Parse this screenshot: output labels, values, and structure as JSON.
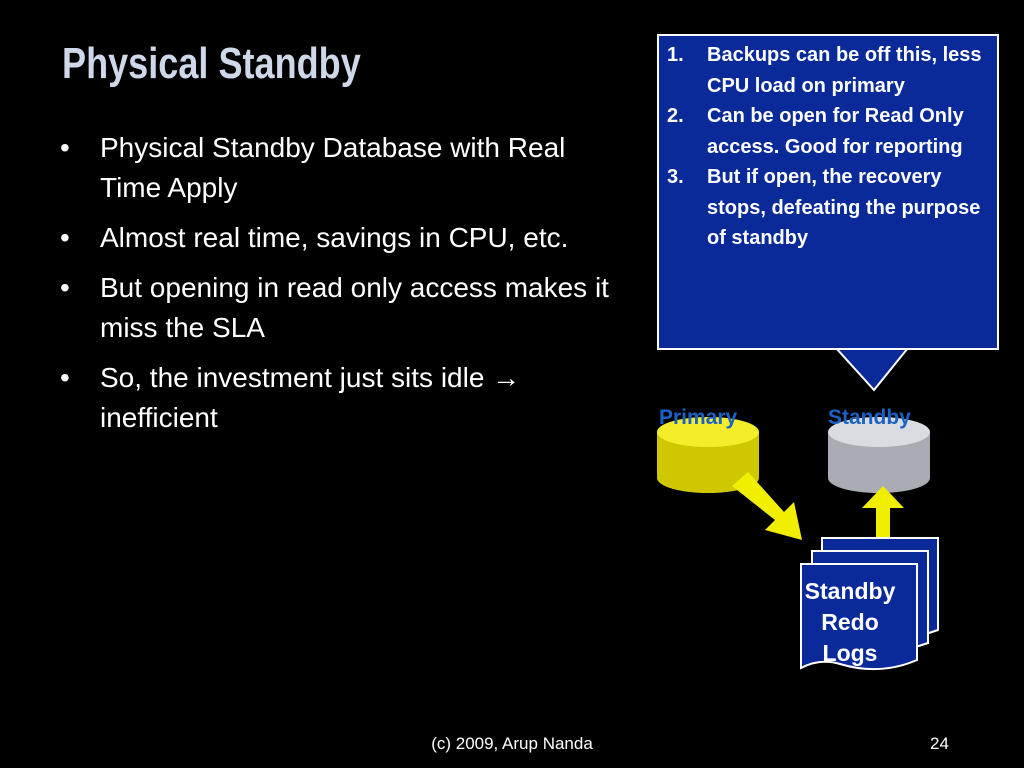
{
  "slide": {
    "title": "Physical Standby",
    "bullets": [
      {
        "marker": "•",
        "text": "Physical Standby Database with Real Time Apply"
      },
      {
        "marker": "•",
        "text": "Almost real time, savings in CPU, etc."
      },
      {
        "marker": "•",
        "text": "But opening in read only access makes it miss the SLA"
      },
      {
        "marker": "•",
        "text": "So, the investment just sits idle → inefficient"
      }
    ],
    "callout": [
      {
        "num": "1.",
        "text": "Backups can be off this, less CPU load on primary"
      },
      {
        "num": "2.",
        "text": "Can be open for Read Only access. Good for reporting"
      },
      {
        "num": "3.",
        "text": "But if open, the recovery stops, defeating the purpose of standby"
      }
    ],
    "footer": "(c) 2009, Arup Nanda",
    "page_number": "24"
  },
  "diagram": {
    "primary_label": "Primary",
    "standby_label": "Standby",
    "logs_label_lines": [
      "Standby",
      "Redo",
      "Logs"
    ]
  },
  "colors": {
    "background": "#000000",
    "title": "#cfd8e8",
    "callout_fill": "#0a2a9a",
    "primary_db": "#e6e000",
    "standby_db": "#bfc3c8",
    "arrow": "#f2ee00",
    "label_blue": "#1b62c6"
  },
  "icons": {
    "primary": "database-cylinder-icon",
    "standby": "database-cylinder-icon",
    "logs": "document-stack-icon",
    "arrows": "block-arrow-icon"
  }
}
